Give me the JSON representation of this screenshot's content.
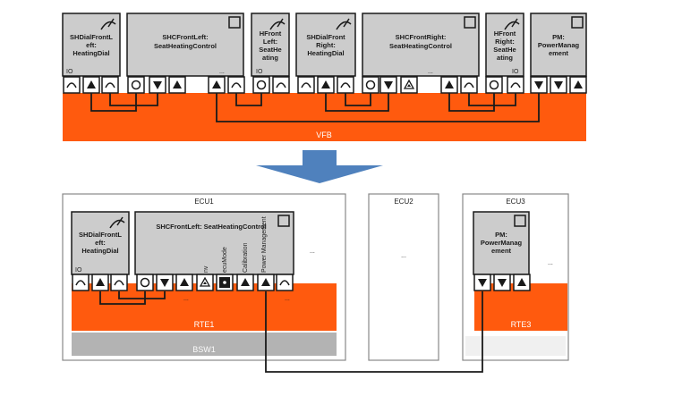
{
  "vfb": {
    "label": "VFB",
    "components": [
      {
        "id": "shdial_fl",
        "title": "SHDialFrontL eft: HeatingDial",
        "lines": [
          "SHDialFrontL",
          "eft:",
          "HeatingDial"
        ],
        "io": "IO"
      },
      {
        "id": "shc_fl",
        "title": "SHCFrontLeft: SeatHeatingControl",
        "lines": [
          "SHCFrontLeft:",
          "SeatHeatingControl"
        ],
        "dots": "..."
      },
      {
        "id": "hfront_left",
        "title": "HFront Left: SeatHe ating",
        "lines": [
          "HFront",
          "Left:",
          "SeatHe",
          "ating"
        ],
        "io": "IO"
      },
      {
        "id": "shdial_fr",
        "title": "SHDialFront Right: HeatingDial",
        "lines": [
          "SHDialFront",
          "Right:",
          "HeatingDial"
        ]
      },
      {
        "id": "shc_fr",
        "title": "SHCFrontRight: SeatHeatingControl",
        "lines": [
          "SHCFrontRight:",
          "SeatHeatingControl"
        ],
        "dots": "..."
      },
      {
        "id": "hfront_right",
        "title": "HFront Right: SeatHe ating",
        "lines": [
          "HFront",
          "Right:",
          "SeatHe",
          "ating"
        ],
        "io": "IO"
      },
      {
        "id": "pm",
        "title": "PM: PowerManag ement",
        "lines": [
          "PM:",
          "PowerManag",
          "ement"
        ]
      }
    ]
  },
  "ecus": [
    {
      "id": "ecu1",
      "label": "ECU1",
      "rte": "RTE1",
      "bsw": "BSW1"
    },
    {
      "id": "ecu2",
      "label": "ECU2",
      "dots": "..."
    },
    {
      "id": "ecu3",
      "label": "ECU3",
      "rte": "RTE3",
      "dots": "..."
    }
  ],
  "ecu1_components": {
    "shdial": {
      "lines": [
        "SHDialFrontL",
        "eft:",
        "HeatingDial"
      ],
      "io": "IO"
    },
    "shc": {
      "lines": [
        "SHCFrontLeft:  SeatHeatingControl"
      ],
      "dots": "..."
    },
    "port_labels": [
      "nv",
      "ecuMode",
      "Calibration",
      "Power Management"
    ],
    "port_dots": [
      "...",
      "..."
    ]
  },
  "ecu3_components": {
    "pm": {
      "lines": [
        "PM:",
        "PowerManag",
        "ement"
      ]
    }
  },
  "colors": {
    "orange": "#ff5a0e",
    "gray_box": "#cccccc",
    "bsw": "#b3b3b3",
    "arrow": "#4f81bd",
    "border": "#7f7f7f"
  }
}
